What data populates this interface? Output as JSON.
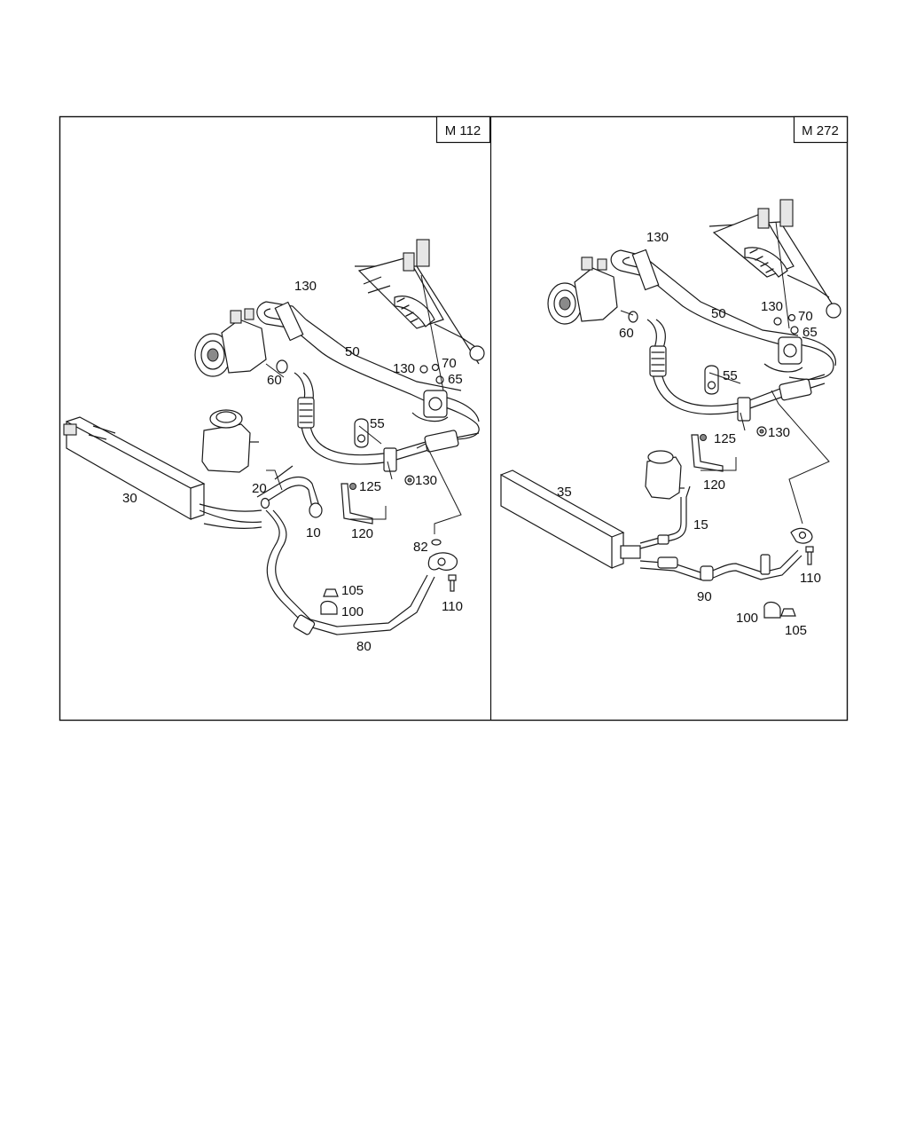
{
  "panels": [
    {
      "id": "left",
      "engine_label": "M 112",
      "callouts": [
        "130",
        "50",
        "130",
        "70",
        "65",
        "60",
        "55",
        "125",
        "130",
        "20",
        "30",
        "10",
        "120",
        "82",
        "105",
        "100",
        "110",
        "80"
      ]
    },
    {
      "id": "right",
      "engine_label": "M 272",
      "callouts": [
        "130",
        "50",
        "130",
        "70",
        "65",
        "60",
        "55",
        "125",
        "130",
        "120",
        "35",
        "15",
        "90",
        "110",
        "100",
        "105"
      ]
    }
  ]
}
